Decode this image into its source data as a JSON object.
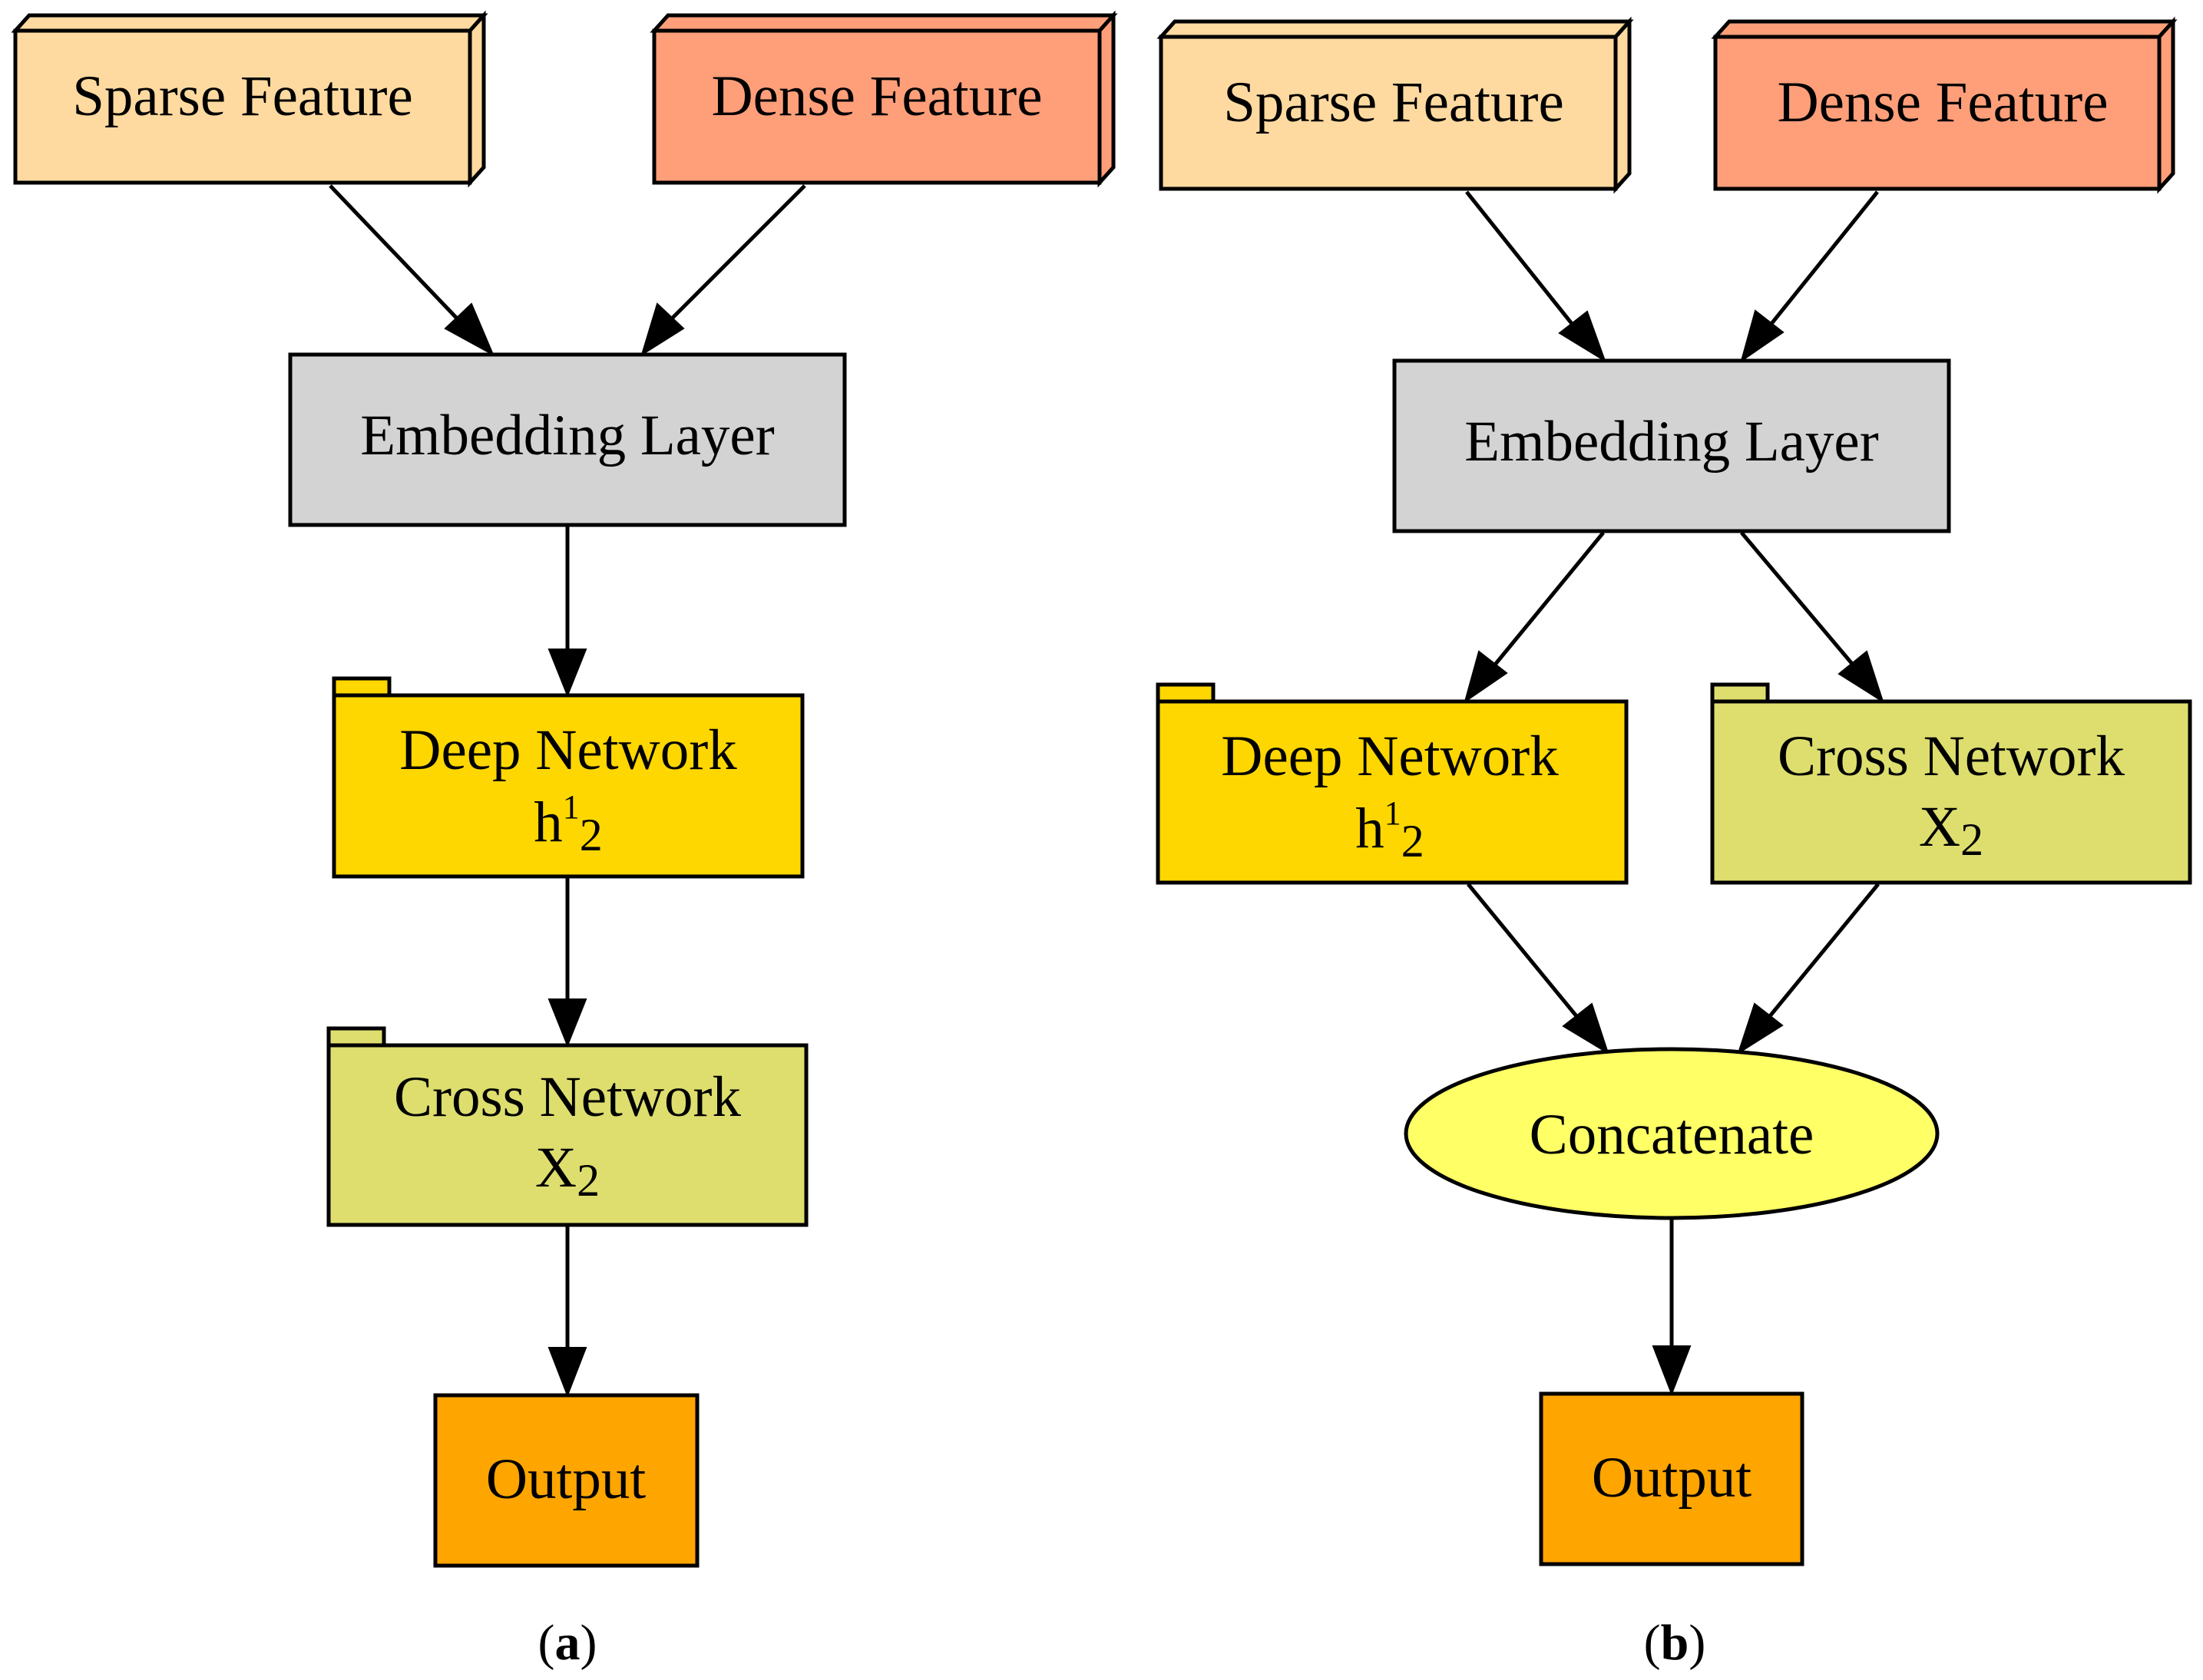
{
  "colors": {
    "sparse": "#FFDAA0",
    "dense": "#FF9F7A",
    "embedding": "#D3D3D3",
    "deep": "#FFD700",
    "cross": "#DDDE6E",
    "concat": "#FFFF66",
    "output": "#FFA500"
  },
  "diagram_a": {
    "caption_open": "(",
    "caption_letter": "a",
    "caption_close": ")",
    "sparse": "Sparse Feature",
    "dense": "Dense Feature",
    "embedding": "Embedding Layer",
    "deep_line1": "Deep Network",
    "deep_base": "h",
    "deep_sup": "1",
    "deep_sub": "2",
    "cross_line1": "Cross Network",
    "cross_base": "X",
    "cross_sub": "2",
    "output": "Output"
  },
  "diagram_b": {
    "caption_open": "(",
    "caption_letter": "b",
    "caption_close": ")",
    "sparse": "Sparse Feature",
    "dense": "Dense Feature",
    "embedding": "Embedding Layer",
    "deep_line1": "Deep Network",
    "deep_base": "h",
    "deep_sup": "1",
    "deep_sub": "2",
    "cross_line1": "Cross Network",
    "cross_base": "X",
    "cross_sub": "2",
    "concat": "Concatenate",
    "output": "Output"
  }
}
